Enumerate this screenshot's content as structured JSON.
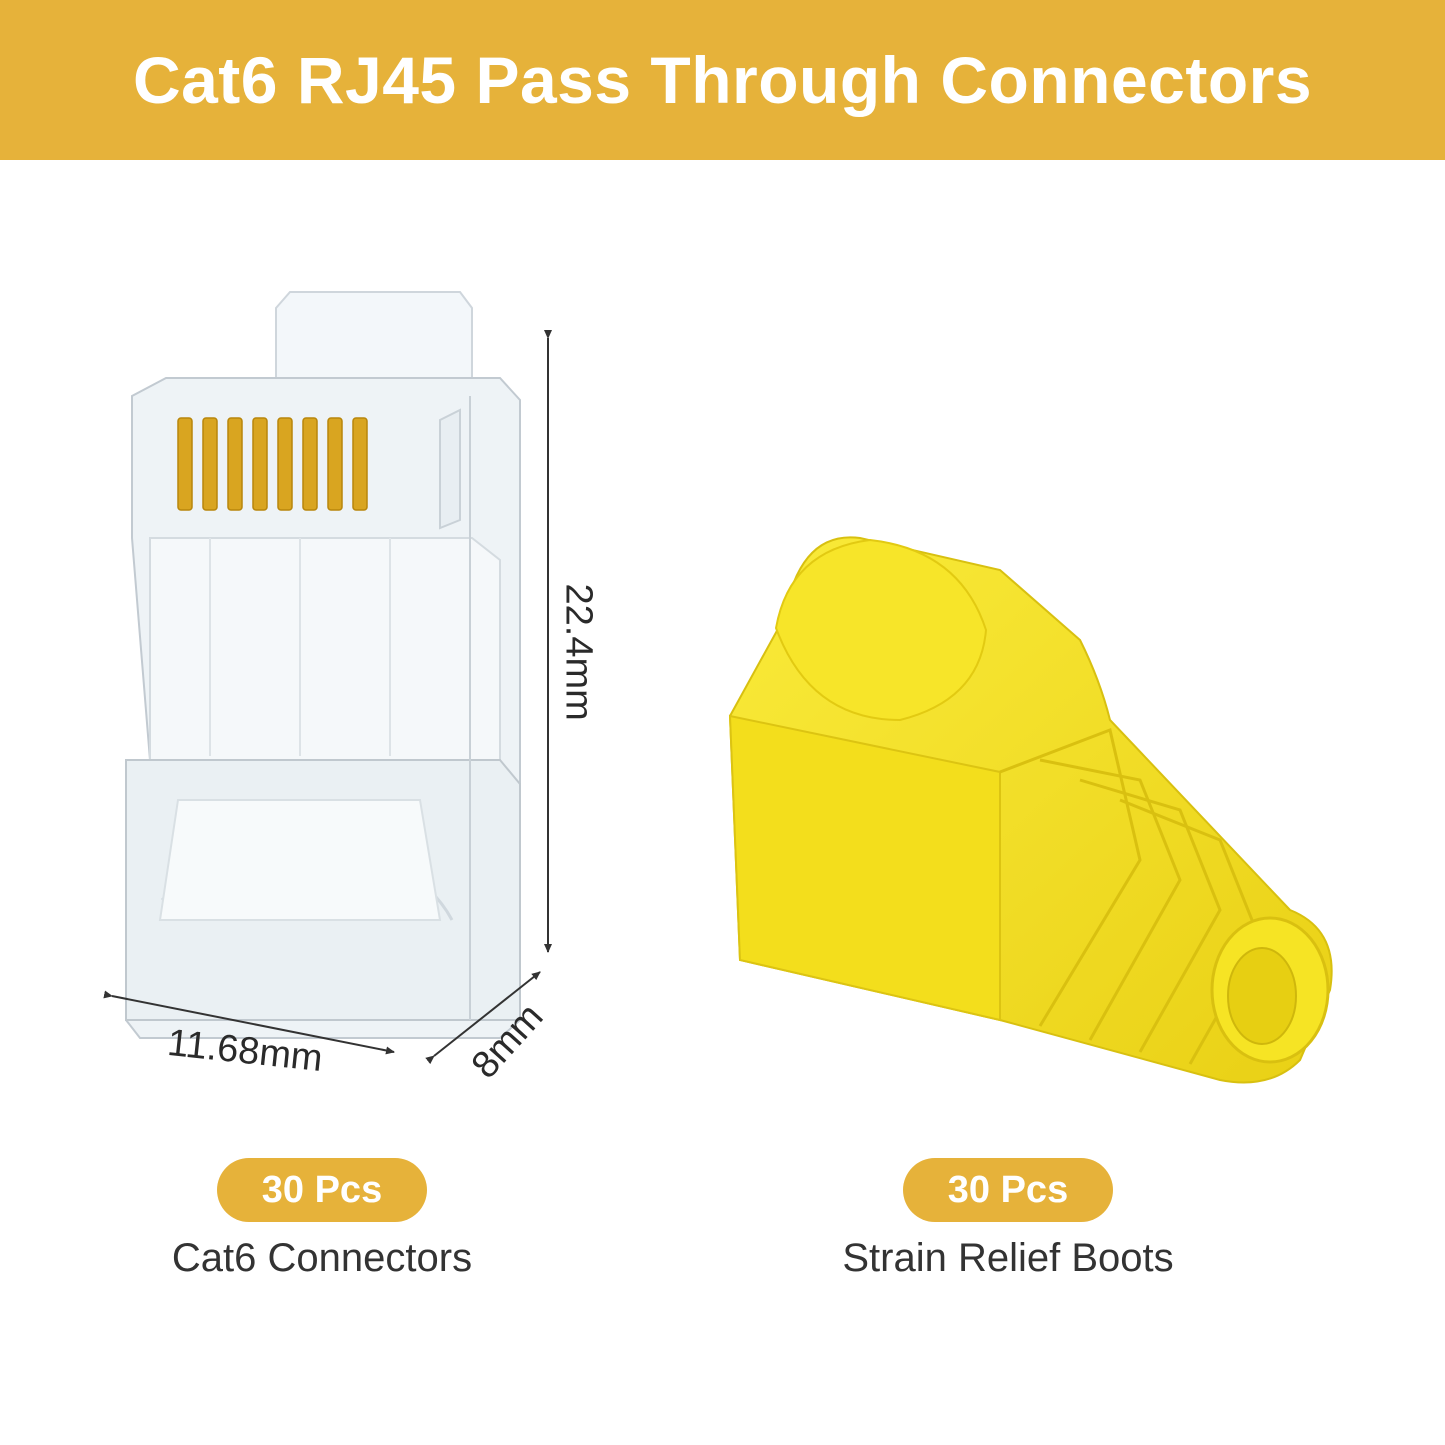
{
  "banner": {
    "title": "Cat6 RJ45 Pass Through Connectors",
    "color": "#E6B23A"
  },
  "dimensions": {
    "height_label": "22.4mm",
    "width_label": "11.68mm",
    "depth_label": "8mm"
  },
  "products": [
    {
      "quantity": "30 Pcs",
      "name": "Cat6 Connectors",
      "image": "rj45-connector-icon"
    },
    {
      "quantity": "30 Pcs",
      "name": "Strain Relief Boots",
      "image": "strain-relief-boot-icon"
    }
  ],
  "colors": {
    "badge": "#E6B23A",
    "boot": "#F5E31F",
    "contacts": "#D9A520",
    "text": "#333333"
  }
}
